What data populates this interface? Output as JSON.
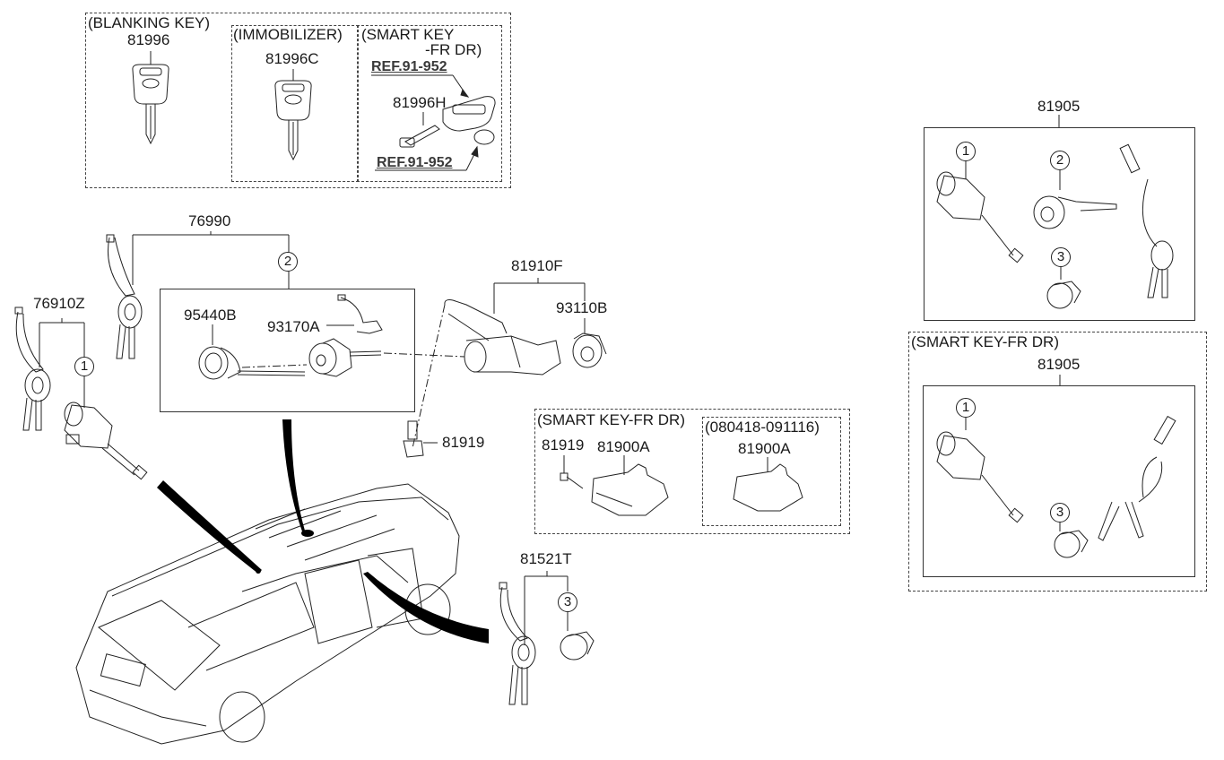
{
  "diagram": {
    "type": "parts-exploded-view",
    "subject": "Key & cylinder set (ignition lock / door lock)"
  },
  "groups": {
    "blanking_key": {
      "title": "(BLANKING KEY)",
      "part": "81996"
    },
    "immobilizer": {
      "title": "(IMMOBILIZER)",
      "part": "81996C"
    },
    "smart_key": {
      "title_line1": "(SMART KEY",
      "title_line2": "-FR DR)",
      "ref_top": "REF.91-952",
      "part": "81996H",
      "ref_bottom": "REF.91-952"
    },
    "smart_key_module": {
      "title": "(SMART KEY-FR DR)",
      "bolt_part": "81919",
      "module_part": "81900A",
      "date_range_title": "(080418-091116)",
      "date_range_part": "81900A"
    },
    "set_81905": {
      "part": "81905",
      "callouts": [
        "1",
        "2",
        "3"
      ]
    },
    "set_81905_smart": {
      "title": "(SMART KEY-FR DR)",
      "part": "81905",
      "callouts": [
        "1",
        "3"
      ]
    }
  },
  "main": {
    "assembly_76990": "76990",
    "callout_2": "2",
    "part_95440B": "95440B",
    "part_93170A": "93170A",
    "assembly_76910Z": "76910Z",
    "callout_1": "1",
    "assembly_81910F": "81910F",
    "part_93110B": "93110B",
    "part_81919": "81919",
    "assembly_81521T": "81521T",
    "callout_3": "3"
  }
}
